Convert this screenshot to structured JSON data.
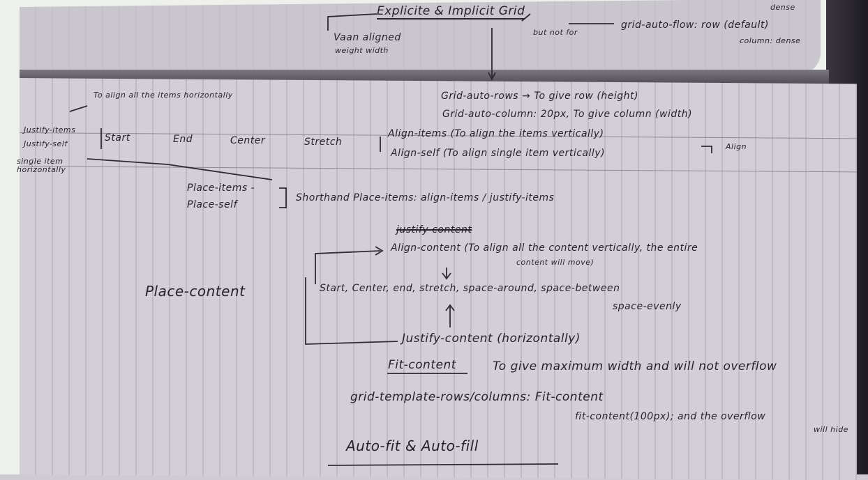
{
  "notes": {
    "top": {
      "title": "Explicite & Implicit Grid",
      "left_note_1": "Vaan aligned",
      "left_note_2": "weight width",
      "mid_note": "but not for",
      "right_note_1": "grid-auto-flow: row (default)",
      "right_note_2": "column: dense",
      "corner_note": "dense"
    },
    "auto_rows": "Grid-auto-rows → To give row (height)",
    "auto_cols": "Grid-auto-column: 20px, To give column (width)",
    "align_all_note": "To align all the items horizontally",
    "justify_items": "Justify-items",
    "justify_self": "Justify-self",
    "single_item_note": "single item horizontally",
    "values_row": [
      "Start",
      "End",
      "Center",
      "Stretch"
    ],
    "align_items": "Align-items (To align the items vertically)",
    "align_self": "Align-self (To align single item vertically)",
    "align_right_note": "Align",
    "place_items": "Place-items -",
    "place_self": "Place-self",
    "shorthand": "Shorthand Place-items: align-items / justify-items",
    "struck": "justify-content",
    "align_content": "Align-content (To align all the content vertically, the entire",
    "align_content_2": "content will move)",
    "place_content": "Place-content",
    "content_values": "Start, Center, end, stretch, space-around, space-between",
    "space_evenly": "space-evenly",
    "justify_content": "Justify-content (horizontally)",
    "fit_content": "Fit-content",
    "fit_content_desc": "To give maximum width and will not overflow",
    "grid_template": "grid-template-rows/columns: Fit-content",
    "fit_content_px": "fit-content(100px); and the overflow",
    "fit_content_px_2": "will hide",
    "auto_fit": "Auto-fit & Auto-fill"
  }
}
